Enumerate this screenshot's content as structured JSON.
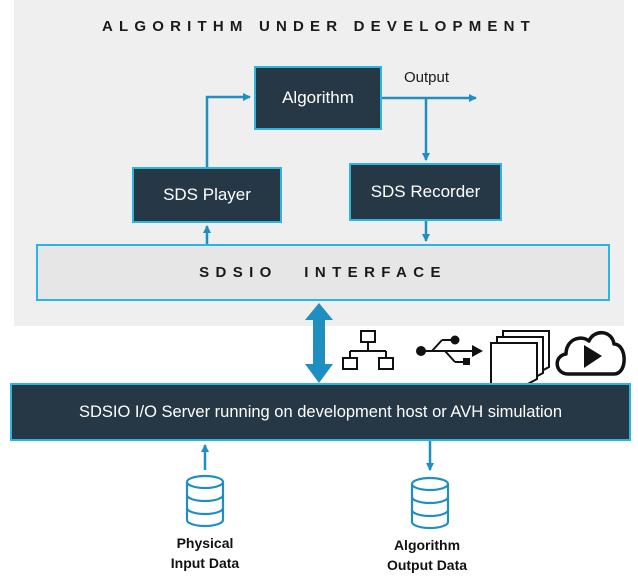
{
  "diagram": {
    "title": "ALGORITHM UNDER DEVELOPMENT",
    "algorithm_label": "Algorithm",
    "output_label": "Output",
    "player_label": "SDS Player",
    "recorder_label": "SDS Recorder",
    "interface_label": "SDSIO INTERFACE",
    "server_label": "SDSIO I/O Server running on development host or AVH simulation",
    "physical_input_label_line1": "Physical",
    "physical_input_label_line2": "Input Data",
    "algorithm_output_label_line1": "Algorithm",
    "algorithm_output_label_line2": "Output Data"
  },
  "connectivity_icons": [
    "network-icon",
    "usb-icon",
    "files-icon",
    "cloud-play-icon"
  ],
  "colors": {
    "box_fill": "#263846",
    "accent": "#29b6e0",
    "arrow": "#1e8fc0",
    "region_bg": "#efefef",
    "interface_bg": "#e6e6e6"
  }
}
